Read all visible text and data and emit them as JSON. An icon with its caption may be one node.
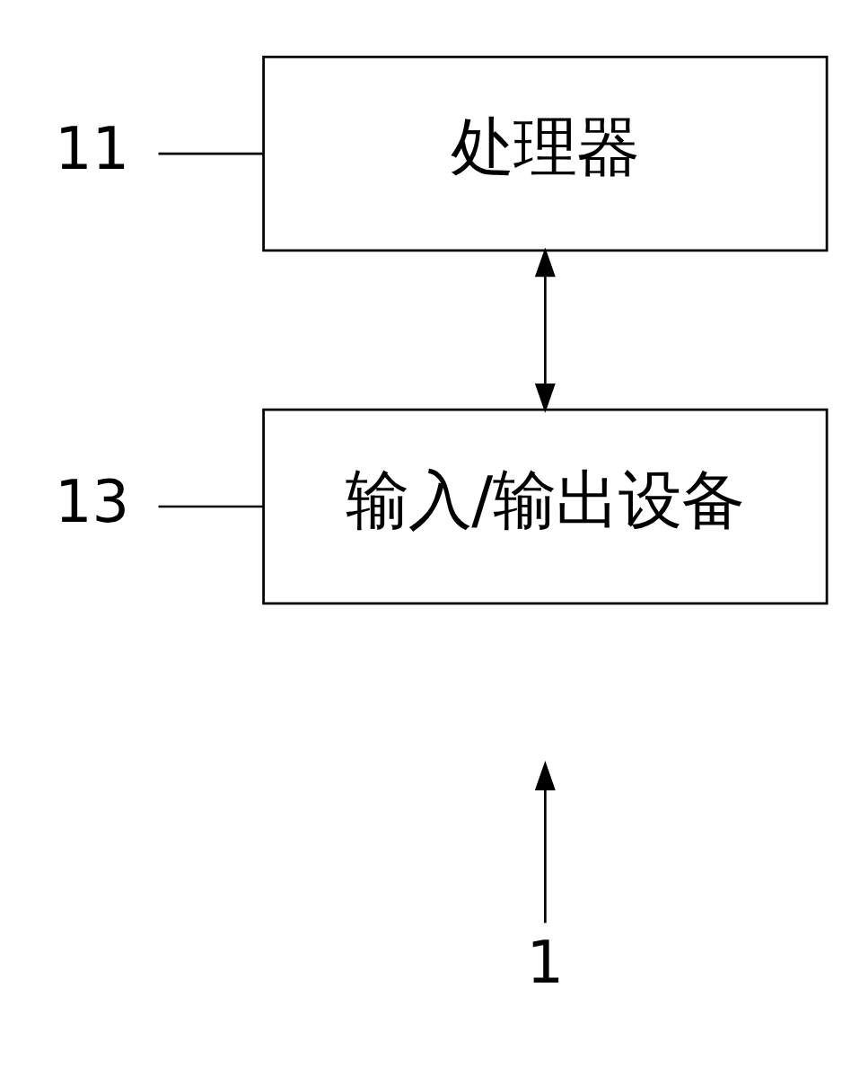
{
  "diagram": {
    "nodes": [
      {
        "text": [
          "处理器"
        ]
      },
      {
        "text": [
          "输入/输出设备"
        ]
      },
      {
        "text": [
          "11"
        ]
      },
      {
        "text": [
          "13"
        ]
      },
      {
        "text": [
          "1"
        ]
      }
    ],
    "edges": [
      {
        "from": 0,
        "to": 1,
        "arrow": "both"
      },
      {
        "from": 2,
        "to": 0,
        "arrow": "none"
      },
      {
        "from": 3,
        "to": 1,
        "arrow": "none"
      },
      {
        "from": 4,
        "to": null,
        "arrow": "to"
      }
    ]
  }
}
